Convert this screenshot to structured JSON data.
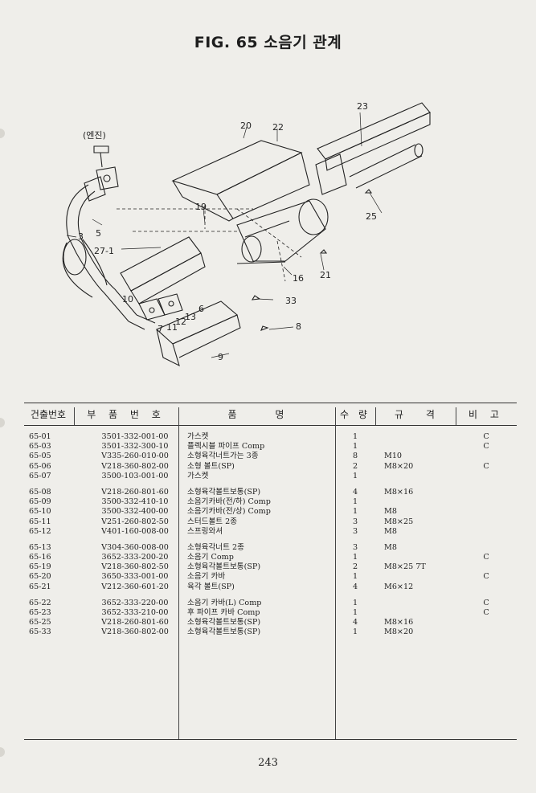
{
  "title": "FIG. 65 소음기 관계",
  "diagram": {
    "engine_label": "(엔진)",
    "callouts": [
      "20",
      "22",
      "23",
      "25",
      "19",
      "3",
      "5",
      "27-1",
      "16",
      "21",
      "10",
      "33",
      "7",
      "11",
      "12",
      "13",
      "6",
      "8",
      "9"
    ]
  },
  "table": {
    "headers": [
      "건출번호",
      "부 품 번 호",
      "품 명",
      "수 량",
      "규 격",
      "비 고"
    ],
    "groups": [
      [
        {
          "no": "65-01",
          "part": "3501-332-001-00",
          "name": "가스켓",
          "qty": "1",
          "spec": "",
          "note": "C"
        },
        {
          "no": "65-03",
          "part": "3501-332-300-10",
          "name": "플렉시블 파이프 Comp",
          "qty": "1",
          "spec": "",
          "note": "C"
        },
        {
          "no": "65-05",
          "part": "V335-260-010-00",
          "name": "소형육각너트가는 3종",
          "qty": "8",
          "spec": "M10",
          "note": ""
        },
        {
          "no": "65-06",
          "part": "V218-360-802-00",
          "name": "소형 볼트(SP)",
          "qty": "2",
          "spec": "M8×20",
          "note": "C"
        },
        {
          "no": "65-07",
          "part": "3500-103-001-00",
          "name": "가스켓",
          "qty": "1",
          "spec": "",
          "note": ""
        }
      ],
      [
        {
          "no": "65-08",
          "part": "V218-260-801-60",
          "name": "소형육각볼트보통(SP)",
          "qty": "4",
          "spec": "M8×16",
          "note": ""
        },
        {
          "no": "65-09",
          "part": "3500-332-410-10",
          "name": "소음기카바(전/하) Comp",
          "qty": "1",
          "spec": "",
          "note": ""
        },
        {
          "no": "65-10",
          "part": "3500-332-400-00",
          "name": "소음기카바(전/상) Comp",
          "qty": "1",
          "spec": "M8",
          "note": ""
        },
        {
          "no": "65-11",
          "part": "V251-260-802-50",
          "name": "스터드볼트 2종",
          "qty": "3",
          "spec": "M8×25",
          "note": ""
        },
        {
          "no": "65-12",
          "part": "V401-160-008-00",
          "name": "스프링와셔",
          "qty": "3",
          "spec": "M8",
          "note": ""
        }
      ],
      [
        {
          "no": "65-13",
          "part": "V304-360-008-00",
          "name": "소형육각너트 2종",
          "qty": "3",
          "spec": "M8",
          "note": ""
        },
        {
          "no": "65-16",
          "part": "3652-333-200-20",
          "name": "소음기 Comp",
          "qty": "1",
          "spec": "",
          "note": "C"
        },
        {
          "no": "65-19",
          "part": "V218-360-802-50",
          "name": "소형육각볼트보통(SP)",
          "qty": "2",
          "spec": "M8×25 7T",
          "note": ""
        },
        {
          "no": "65-20",
          "part": "3650-333-001-00",
          "name": "소음기 카바",
          "qty": "1",
          "spec": "",
          "note": "C"
        },
        {
          "no": "65-21",
          "part": "V212-360-601-20",
          "name": "육각 볼트(SP)",
          "qty": "4",
          "spec": "M6×12",
          "note": ""
        }
      ],
      [
        {
          "no": "65-22",
          "part": "3652-333-220-00",
          "name": "소음기 카바(L) Comp",
          "qty": "1",
          "spec": "",
          "note": "C"
        },
        {
          "no": "65-23",
          "part": "3652-333-210-00",
          "name": "후 파이프 카바 Comp",
          "qty": "1",
          "spec": "",
          "note": "C"
        },
        {
          "no": "65-25",
          "part": "V218-260-801-60",
          "name": "소형육각볼트보통(SP)",
          "qty": "4",
          "spec": "M8×16",
          "note": ""
        },
        {
          "no": "65-33",
          "part": "V218-360-802-00",
          "name": "소형육각볼트보통(SP)",
          "qty": "1",
          "spec": "M8×20",
          "note": ""
        }
      ]
    ]
  },
  "page_number": "243"
}
